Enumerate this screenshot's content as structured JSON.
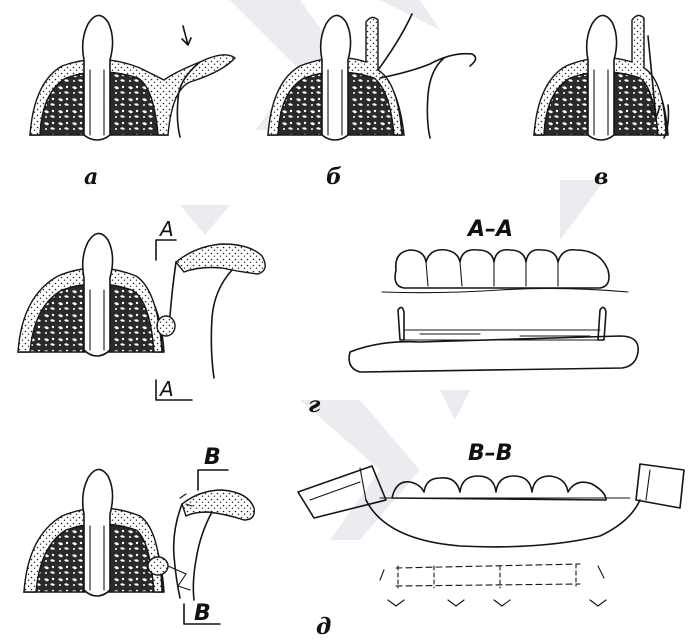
{
  "figure": {
    "labels": {
      "a": "а",
      "b": "б",
      "v": "в",
      "g": "г",
      "d": "д"
    },
    "section_marks": {
      "a_top": "A",
      "a_bottom": "A",
      "b_top": "B",
      "b_bottom": "B"
    },
    "section_titles": {
      "aa": "А–А",
      "bb": "В–В"
    }
  },
  "colors": {
    "ink": "#151515",
    "background": "#ffffff",
    "watermark": "#d8dde2"
  }
}
